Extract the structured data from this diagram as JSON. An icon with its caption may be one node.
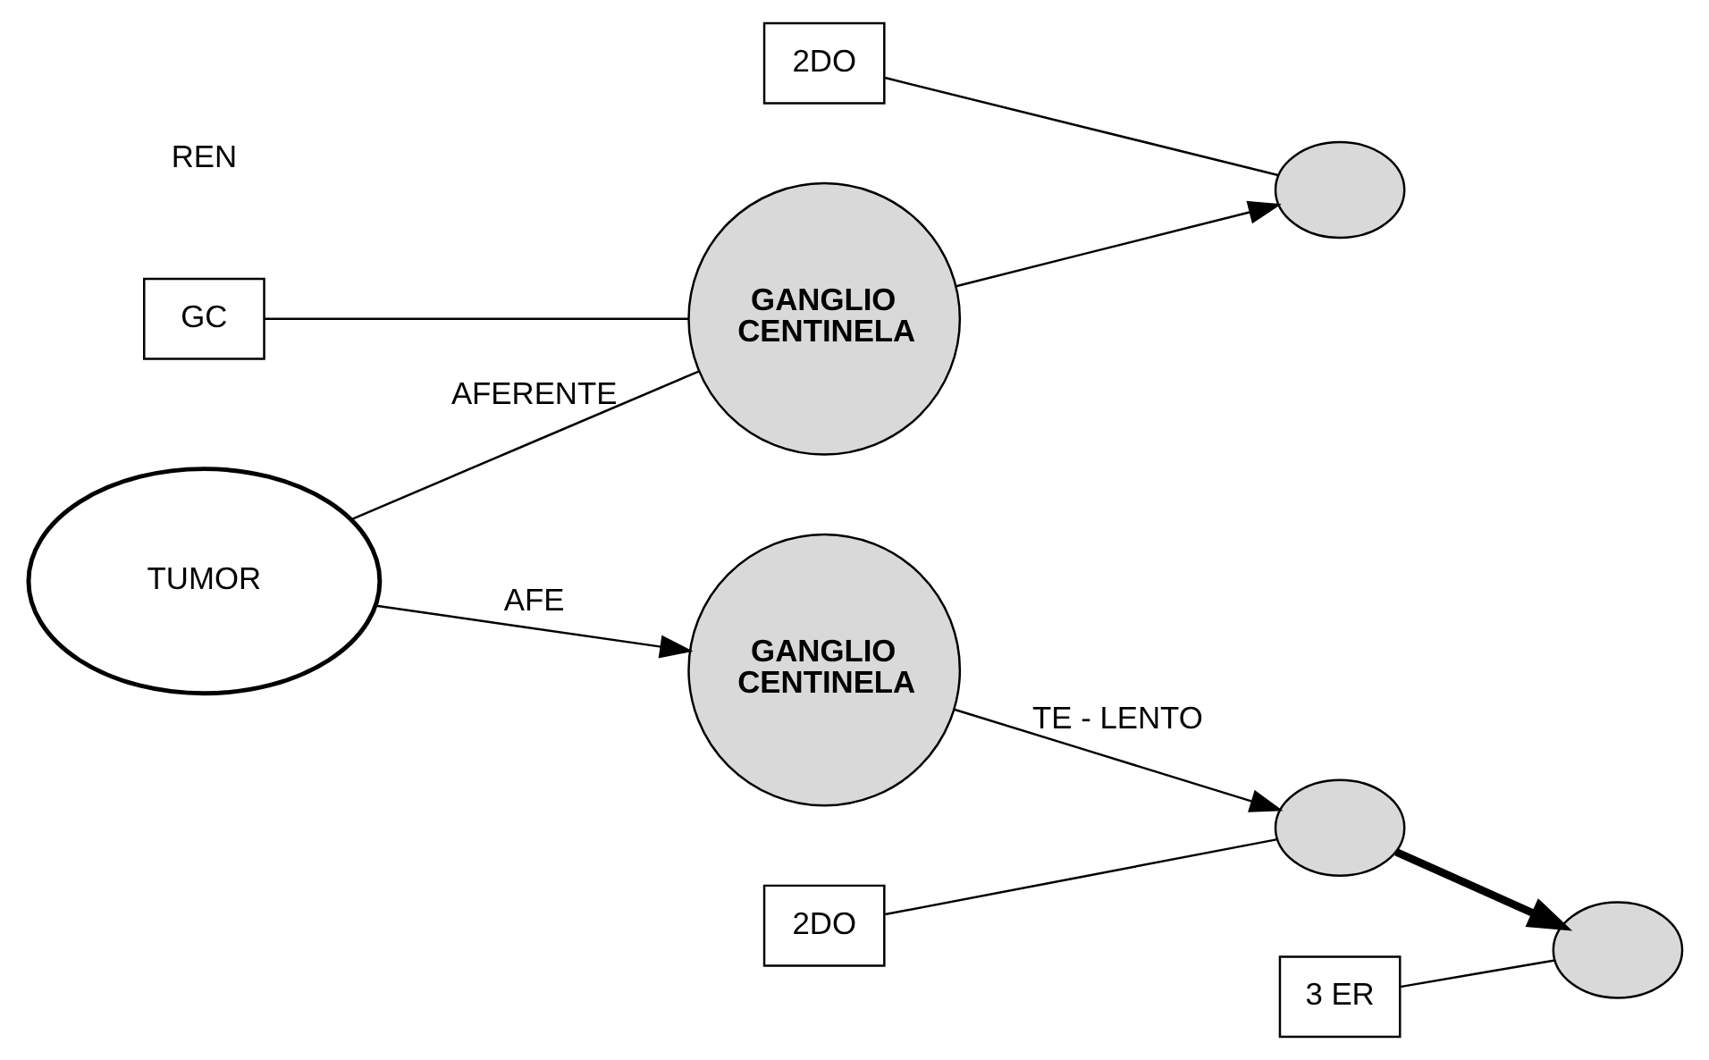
{
  "diagram": {
    "nodes": [
      {
        "text": [
          "2DO"
        ]
      },
      {
        "text": [
          "GC"
        ]
      },
      {
        "text": [
          "GANGLIO CENTINELA"
        ]
      },
      {
        "text": [],
        "shape": "circle"
      },
      {
        "text": [
          "TUMOR"
        ]
      },
      {
        "text": [
          "GANGLIO CENTINELA"
        ]
      },
      {
        "text": [],
        "shape": "circle"
      },
      {
        "text": [
          "2DO"
        ]
      },
      {
        "text": [],
        "shape": "circle"
      },
      {
        "text": [
          "3 ER"
        ]
      }
    ],
    "edges": [
      {
        "from": 1,
        "to": 2,
        "arrow": "none"
      },
      {
        "from": 0,
        "to": 3,
        "arrow": "none"
      },
      {
        "from": 4,
        "to": 2,
        "arrow": "none",
        "label": "AFERENTE"
      },
      {
        "from": 2,
        "to": 3,
        "arrow": "to"
      },
      {
        "from": 4,
        "to": 5,
        "arrow": "to",
        "label": "AFE"
      },
      {
        "from": 5,
        "to": 6,
        "arrow": "to",
        "label": "TE - LENTO"
      },
      {
        "from": 7,
        "to": 6,
        "arrow": "none"
      },
      {
        "from": 6,
        "to": 8,
        "arrow": "to",
        "style": "thick"
      },
      {
        "from": 9,
        "to": 8,
        "arrow": "none"
      }
    ],
    "labels": [
      "REN"
    ]
  }
}
